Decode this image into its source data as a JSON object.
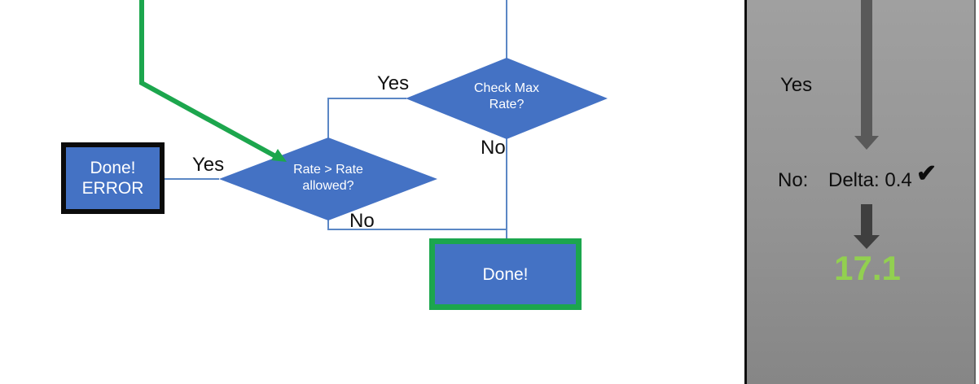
{
  "flowchart": {
    "diamond_check_max_rate": {
      "label_line1": "Check Max",
      "label_line2": "Rate?"
    },
    "diamond_rate_allowed": {
      "label_line1": "Rate &gt; Rate",
      "label_line2": "allowed?"
    },
    "box_done_error": {
      "line1": "Done!",
      "line2": "ERROR"
    },
    "box_done": {
      "label": "Done!"
    },
    "labels": {
      "yes_check_max": "Yes",
      "no_check_max": "No",
      "yes_rate_allowed": "Yes",
      "no_rate_allowed": "No"
    }
  },
  "panel": {
    "yes_label": "Yes",
    "no_label": "No:",
    "delta_value": "Delta: 0.4",
    "check_mark": "✔",
    "result_value": "17.1"
  },
  "colors": {
    "shape_blue": "#4472c4",
    "connector_blue": "#5b87c5",
    "green_accent": "#1ca64d",
    "result_green": "#92d050",
    "arrow_gray_long": "#595959",
    "arrow_gray_short": "#3f3f3f",
    "panel_gray_top": "#a0a0a0",
    "panel_gray_bottom": "#868686"
  }
}
